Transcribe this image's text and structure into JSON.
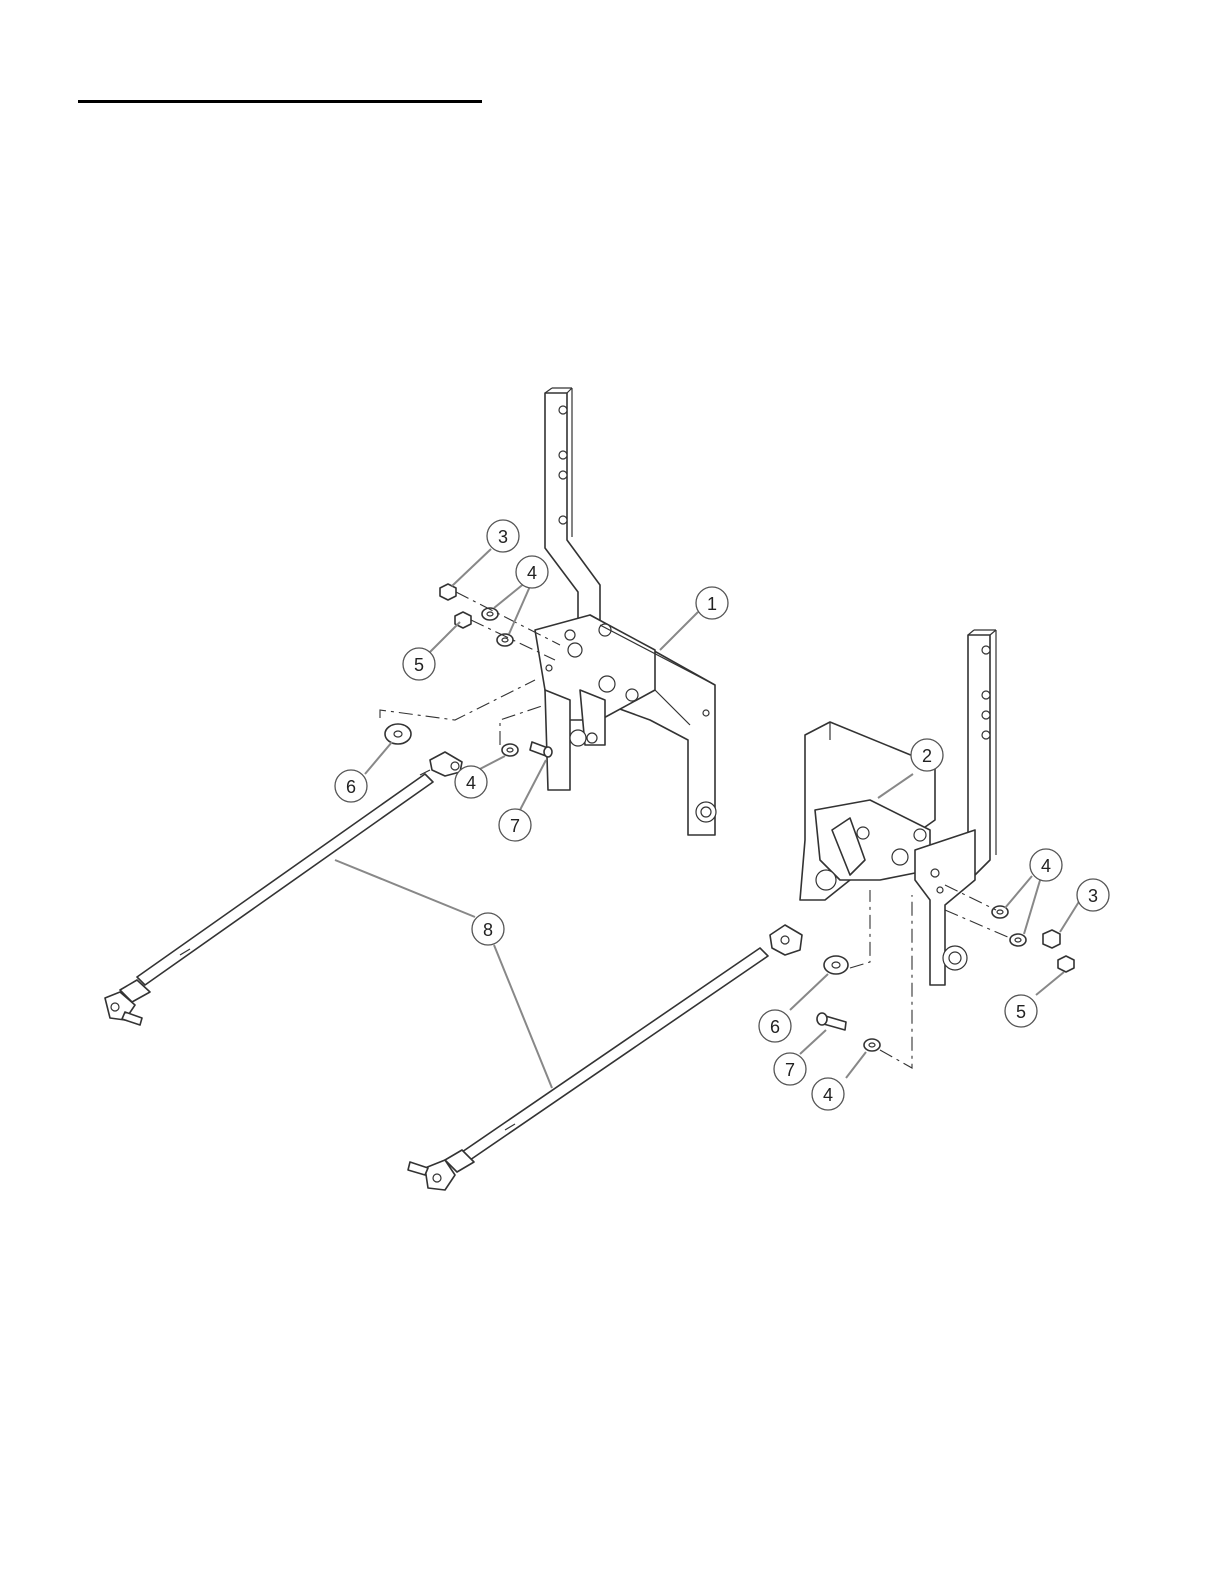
{
  "callouts": [
    {
      "id": "c1",
      "label": "1"
    },
    {
      "id": "c2",
      "label": "2"
    },
    {
      "id": "c3a",
      "label": "3"
    },
    {
      "id": "c3b",
      "label": "3"
    },
    {
      "id": "c4a",
      "label": "4"
    },
    {
      "id": "c4b",
      "label": "4"
    },
    {
      "id": "c4c",
      "label": "4"
    },
    {
      "id": "c4d",
      "label": "4"
    },
    {
      "id": "c5a",
      "label": "5"
    },
    {
      "id": "c5b",
      "label": "5"
    },
    {
      "id": "c6a",
      "label": "6"
    },
    {
      "id": "c6b",
      "label": "6"
    },
    {
      "id": "c7a",
      "label": "7"
    },
    {
      "id": "c7b",
      "label": "7"
    },
    {
      "id": "c8",
      "label": "8"
    }
  ],
  "colors": {
    "line": "#333333",
    "leader": "#888888",
    "background": "#ffffff"
  }
}
